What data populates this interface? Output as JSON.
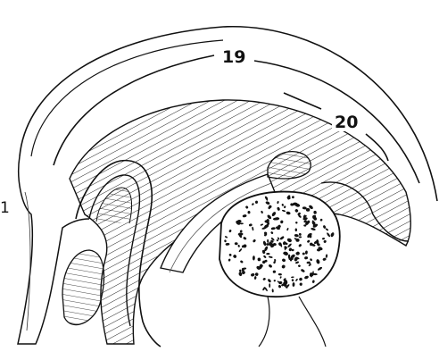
{
  "figure": {
    "labels": {
      "top_arc": "19",
      "inner_arc": "20",
      "left_edge": "1"
    }
  },
  "colors": {
    "ink": "#111111",
    "background": "#ffffff"
  }
}
